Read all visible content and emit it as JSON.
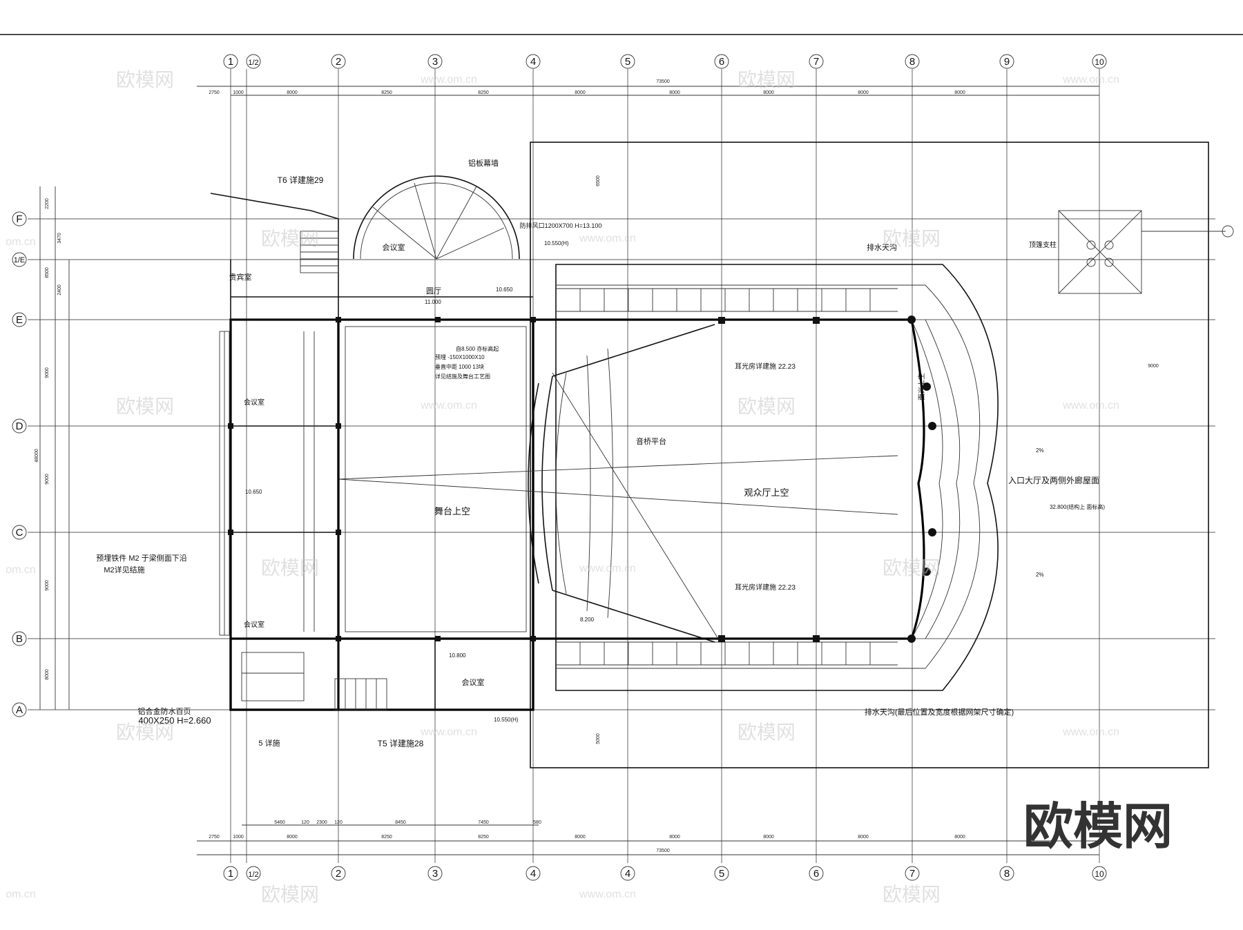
{
  "axes": {
    "columns": [
      "1",
      "1/2",
      "2",
      "3",
      "4",
      "5",
      "6",
      "7",
      "8",
      "9",
      "10"
    ],
    "rows": [
      "F",
      "1/E",
      "E",
      "D",
      "C",
      "B",
      "A"
    ]
  },
  "dimensions": {
    "top_total": "73500",
    "top_spans": [
      "2750",
      "1000",
      "8000",
      "8250",
      "8250",
      "8000",
      "8000",
      "8000",
      "8000",
      "8000"
    ],
    "bottom_total": "73500",
    "bottom_spans": [
      "2750",
      "1000",
      "8000",
      "8250",
      "8250",
      "8000",
      "8000",
      "8000",
      "8000",
      "8000"
    ],
    "bottom_sub_spans": [
      "5460",
      "120",
      "2300",
      "120",
      "8450",
      "7450",
      "580"
    ],
    "left_total": "48000",
    "left_spans": [
      "2200",
      "3470",
      "8500",
      "2400",
      "9000",
      "9000",
      "9000",
      "8000"
    ],
    "right_span": "9000",
    "canopy_height": "6500",
    "lower_canopy": "5000"
  },
  "labels": {
    "t6_ref": "T6 详建施29",
    "curtain_wall": "铝板幕墙",
    "vent_shaft": "防排风口1200X700 H=13.100",
    "meeting_room": "会议室",
    "round_hall": "圆厅",
    "lounge": "贵宾室",
    "drain_gutter_top": "排水天沟",
    "ear_light_room_top": "耳光房详建施 22.23",
    "ear_light_room_bottom": "耳光房详建施 22.23",
    "stage_above": "舞台上空",
    "auditorium_above": "观众厅上空",
    "sound_bridge": "音桥平台",
    "face_light": "面光上空",
    "entrance_roof": "入口大厅及两侧外廊屋面",
    "roof_level": "32.800(结构上 面标高)",
    "canopy_column": "顶篷支柱",
    "embedded_iron": "预埋铁件 M2  于梁侧面下沿",
    "m2_ref": "M2详见结施",
    "louver": "铝合金防水百页",
    "louver_size": "400X250 H=2.660",
    "detail_5": "5  详施",
    "t5_ref": "T5 详建施28",
    "drain_gutter_bottom": "排水天沟(最后位置及宽度根据网架尺寸确定)",
    "stage_note1": "自8.500  亦标高起",
    "stage_note2": "预埋 -150X1000X10",
    "stage_note3": "垂直中距 1000  13块",
    "stage_note4": "详见结施及舞台工艺图",
    "elev_10550": "10.550(H)",
    "elev_10650": "10.650",
    "elev_11000": "11.000",
    "elev_10800": "10.800",
    "elev_8200": "8.200",
    "slope_2pct": "2%"
  },
  "watermarks": {
    "brand": "欧模网",
    "site": "www.om.cn",
    "site_short": "om.cn"
  },
  "colors": {
    "line": "#111111",
    "watermark": "#c8c8c8"
  }
}
